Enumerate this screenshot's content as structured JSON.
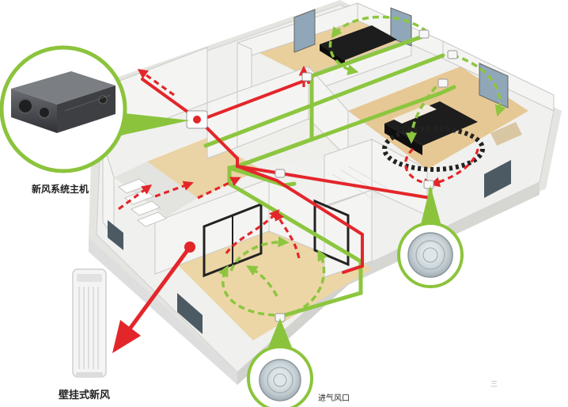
{
  "labels": {
    "main_unit": "新风系统主机",
    "wall_unit": "壁挂式新风",
    "inlet": "进气风口",
    "corner_mark": "三"
  },
  "colors": {
    "fresh_air": "#8cc63f",
    "exhaust_air": "#e3262a",
    "wall": "#f3f3f1",
    "wall_shade": "#d8d8d5",
    "floor_wood": "#e9cf9c",
    "floor_tile": "#eeeeea",
    "ring": "#8bc43c",
    "unit_body": "#46484c"
  },
  "icons": {
    "main_unit": "ventilation-unit-icon",
    "wall_unit": "wall-purifier-icon",
    "vents": "round-vent-icon"
  }
}
